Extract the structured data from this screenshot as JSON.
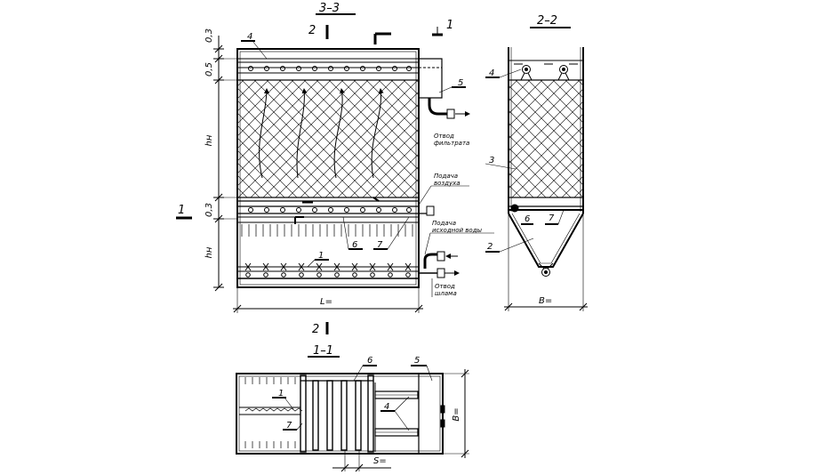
{
  "sections": {
    "s33": "3–3",
    "s22": "2–2",
    "s11": "1–1",
    "cut2_top": "2",
    "cut2_bottom": "2",
    "cut1_right": "1",
    "cut1_left": "1"
  },
  "dimensions": {
    "d03_top": "0,3",
    "d05": "0,5",
    "dhn_top": "hн",
    "d03_mid": "0,3",
    "dhn_bottom": "hн",
    "L": "L=",
    "B_22": "B=",
    "B_11": "B=",
    "S": "S="
  },
  "annotations": {
    "filtrate": [
      "Отвод",
      "фильтрата"
    ],
    "air": [
      "Подача",
      "воздуха"
    ],
    "source_water": [
      "Подача",
      "исходной воды"
    ],
    "sludge": [
      "Отвод",
      "шлама"
    ]
  },
  "positions_33": {
    "p4": "4",
    "p5": "5",
    "p6": "6",
    "p7": "7",
    "p1": "1"
  },
  "positions_22": {
    "p4": "4",
    "p3": "3",
    "p6": "6",
    "p7": "7",
    "p2": "2"
  },
  "positions_11": {
    "p6": "6",
    "p5": "5",
    "p1": "1",
    "p7": "7",
    "p4": "4"
  },
  "colors": {
    "line": "#000000",
    "background": "#ffffff"
  }
}
